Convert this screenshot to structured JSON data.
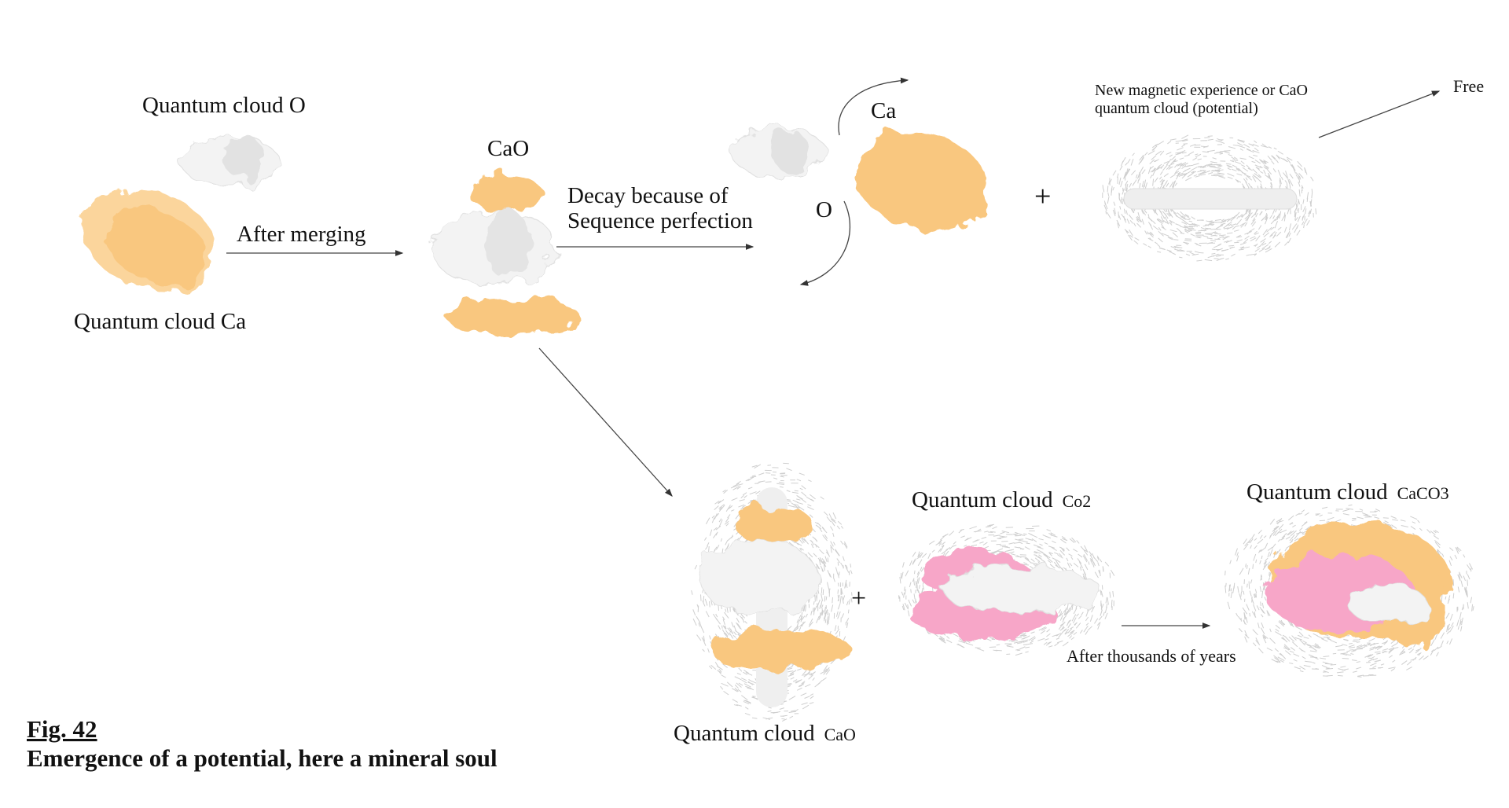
{
  "labels": {
    "quantum_cloud_o": "Quantum cloud O",
    "after_merging": "After merging",
    "quantum_cloud_ca": "Quantum cloud Ca",
    "cao": "CaO",
    "decay_line1": "Decay because of",
    "decay_line2": "Sequence perfection",
    "ca": "Ca",
    "o": "O",
    "plus": "+",
    "magnetic_line1": "New magnetic experience or CaO",
    "magnetic_line2": "quantum cloud (potential)",
    "free": "Free",
    "quantum_cloud": "Quantum cloud",
    "cao_formula": "CaO",
    "co2_formula": "Co2",
    "caco3_formula": "CaCO3",
    "after_thousands": "After thousands of years"
  },
  "caption": {
    "fig_number": "Fig. 42",
    "title": "Emergence of a potential, here a mineral soul"
  },
  "colors": {
    "calcium": "#f9c77f",
    "carbon_dioxide": "#f7a6c8",
    "oxygen": "#f3f3f3",
    "field_lines": "#cfcfcf"
  }
}
